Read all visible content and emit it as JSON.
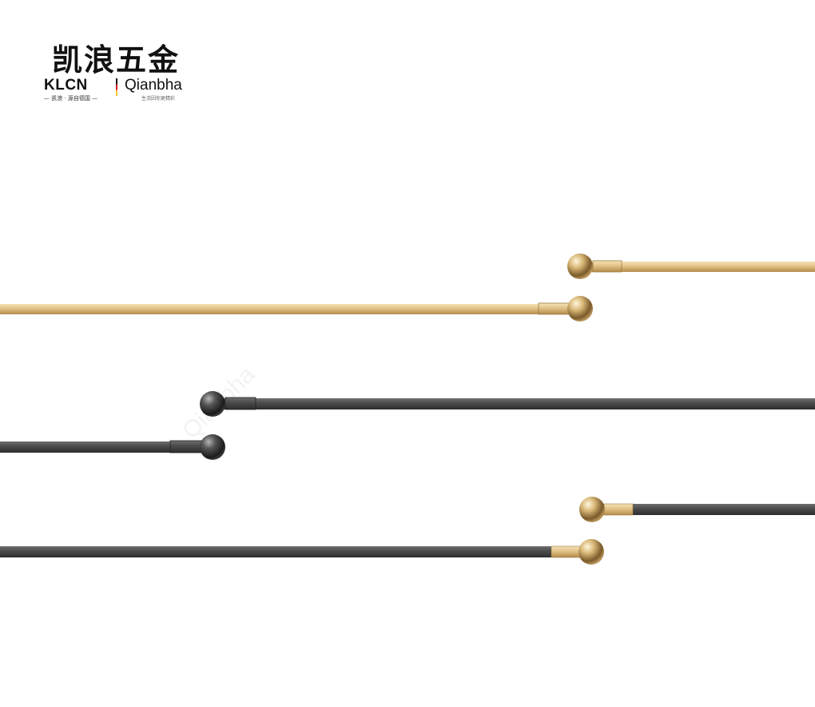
{
  "brand": {
    "chinese_name": "凯浪五金",
    "klcn": "KLCN",
    "qianbha": "Qianbha",
    "tagline_left": "— 凯浪 · 源自德国 —",
    "tagline_right": "生活因你更精彩",
    "divider_colors": [
      "#111111",
      "#d71920",
      "#f2c230"
    ]
  },
  "watermark": {
    "text": "Qianbha"
  },
  "colors": {
    "gold": "#e2c286",
    "gold_light": "#f6e3b8",
    "gold_dark": "#b28a4c",
    "graphite": "#4a4a4a",
    "graphite_light": "#6f6f6f",
    "graphite_dark": "#2d2d2d",
    "background": "#ffffff"
  },
  "products": [
    {
      "name": "gold-rod-right",
      "finish": "gold",
      "cap": "gold"
    },
    {
      "name": "gold-rod-left",
      "finish": "gold",
      "cap": "gold"
    },
    {
      "name": "black-rod-right",
      "finish": "graphite",
      "cap": "graphite"
    },
    {
      "name": "black-rod-left",
      "finish": "graphite",
      "cap": "graphite"
    },
    {
      "name": "black-gold-rod-right",
      "finish": "graphite",
      "cap": "gold"
    },
    {
      "name": "black-gold-rod-left",
      "finish": "graphite",
      "cap": "gold"
    }
  ]
}
